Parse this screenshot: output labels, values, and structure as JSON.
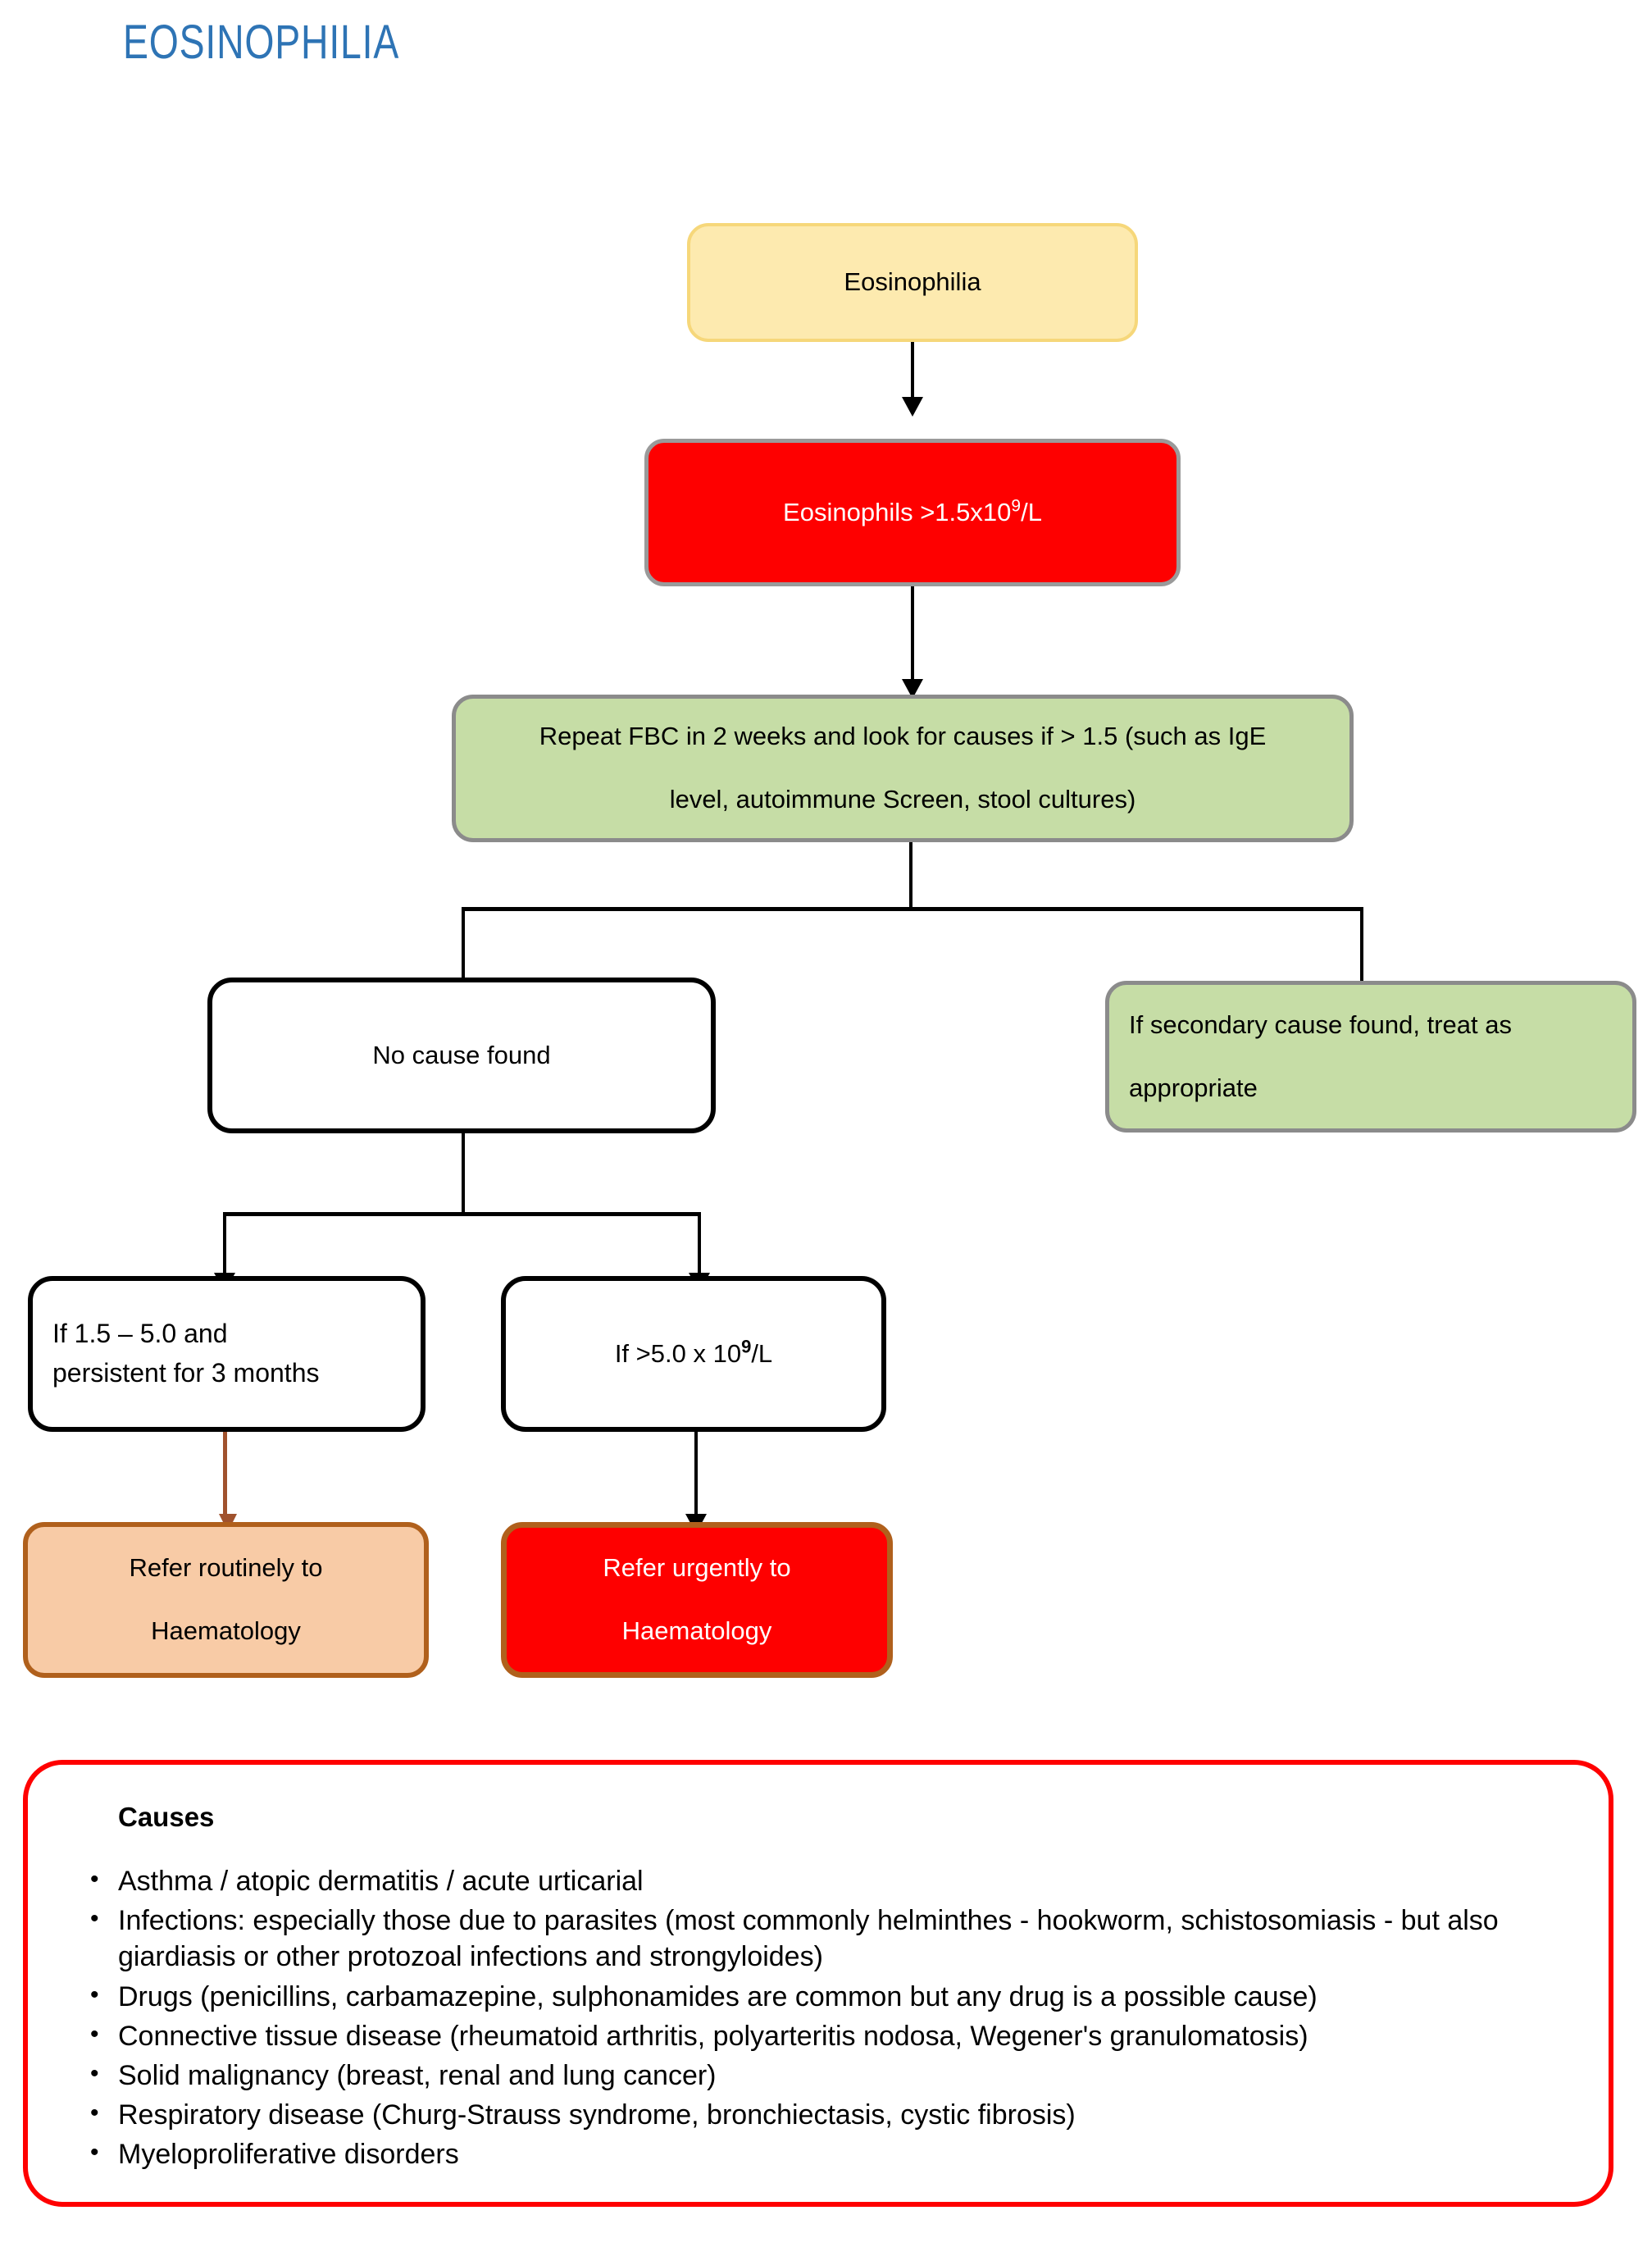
{
  "title": "EOSINOPHILIA",
  "title_color": "#2E74B5",
  "palette": {
    "yellow_fill": "#FDEAAF",
    "yellow_border": "#F6D77A",
    "red_fill": "#FE0000",
    "grey_border": "#8B8B8B",
    "green_fill": "#C6DDA6",
    "white_fill": "#FFFFFF",
    "black_border": "#000000",
    "peach_fill": "#F8CBA6",
    "brown_border": "#B0601C",
    "causes_border": "#FF0000"
  },
  "flow": {
    "node_start": {
      "label": "Eosinophilia"
    },
    "node_threshold": {
      "label_pre": "Eosinophils >1.5x10",
      "label_sup": "9",
      "label_post": "/L"
    },
    "node_repeat": {
      "line1": "Repeat FBC in 2 weeks and look for causes if > 1.5 (such as IgE",
      "line2": "level, autoimmune Screen, stool cultures)"
    },
    "node_no_cause": {
      "label": "No cause found"
    },
    "node_secondary": {
      "line1": "If secondary cause found, treat as",
      "line2": "appropriate"
    },
    "node_persistent": {
      "line1": "If 1.5 – 5.0 and",
      "line2": "persistent for 3 months"
    },
    "node_high": {
      "label_pre": "If >5.0 x 10",
      "label_sup": "9",
      "label_post": "/L"
    },
    "node_refer_routine": {
      "line1": "Refer routinely to",
      "line2": "Haematology"
    },
    "node_refer_urgent": {
      "line1": "Refer urgently to",
      "line2": "Haematology"
    }
  },
  "causes": {
    "heading": "Causes",
    "bullet_glyph": "•",
    "items": [
      "Asthma / atopic dermatitis / acute urticarial",
      "Infections: especially those due to parasites (most commonly helminthes - hookworm, schistosomiasis - but also giardiasis or other protozoal infections and strongyloides)",
      "Drugs (penicillins, carbamazepine, sulphonamides are common but any drug is a possible cause)",
      "Connective tissue disease (rheumatoid arthritis, polyarteritis nodosa, Wegener's granulomatosis)",
      "Solid malignancy (breast, renal and lung cancer)",
      "Respiratory disease (Churg-Strauss syndrome, bronchiectasis, cystic fibrosis)",
      "Myeloproliferative disorders"
    ]
  }
}
